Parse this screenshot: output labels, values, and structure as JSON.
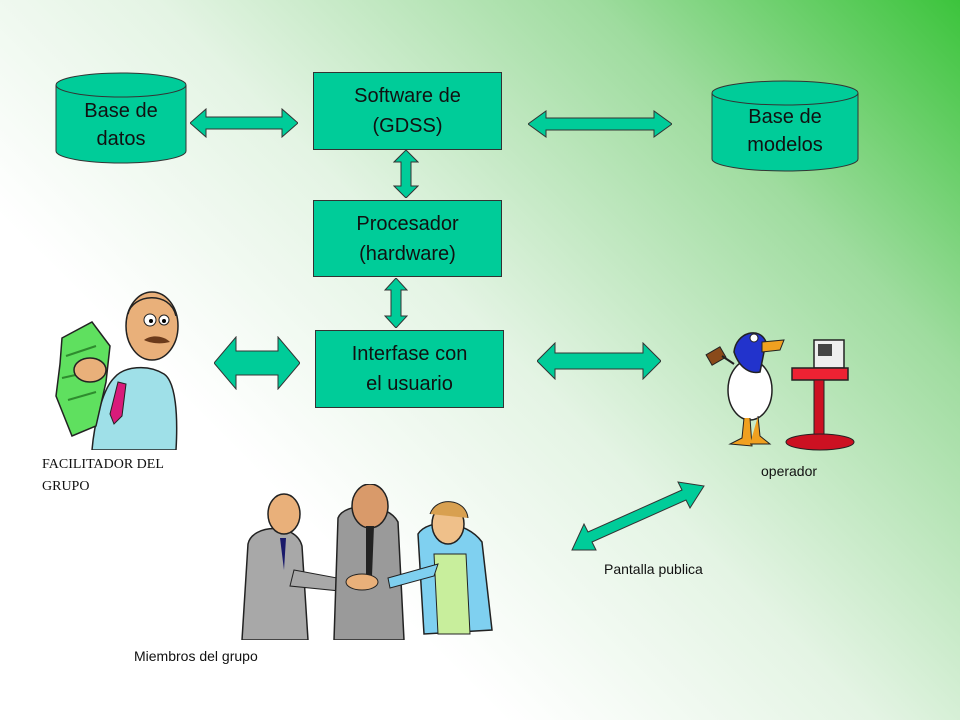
{
  "nodes": {
    "software": [
      "Software de",
      "(GDSS)"
    ],
    "procesador": [
      "Procesador",
      "(hardware)"
    ],
    "interfase": [
      "Interfase con",
      "el usuario"
    ],
    "base_datos": [
      "Base de",
      "datos"
    ],
    "base_modelos": [
      "Base de",
      "modelos"
    ]
  },
  "labels": {
    "facilitador": [
      "FACILITADOR DEL",
      "GRUPO"
    ],
    "operador": "operador",
    "pantalla": "Pantalla publica",
    "miembros": "Miembros del grupo"
  },
  "colors": {
    "node_fill": "#00cc99",
    "stroke": "#333333"
  },
  "icons": [
    "facilitator-clipart-icon",
    "operator-duck-computer-icon",
    "group-members-handshake-icon"
  ]
}
